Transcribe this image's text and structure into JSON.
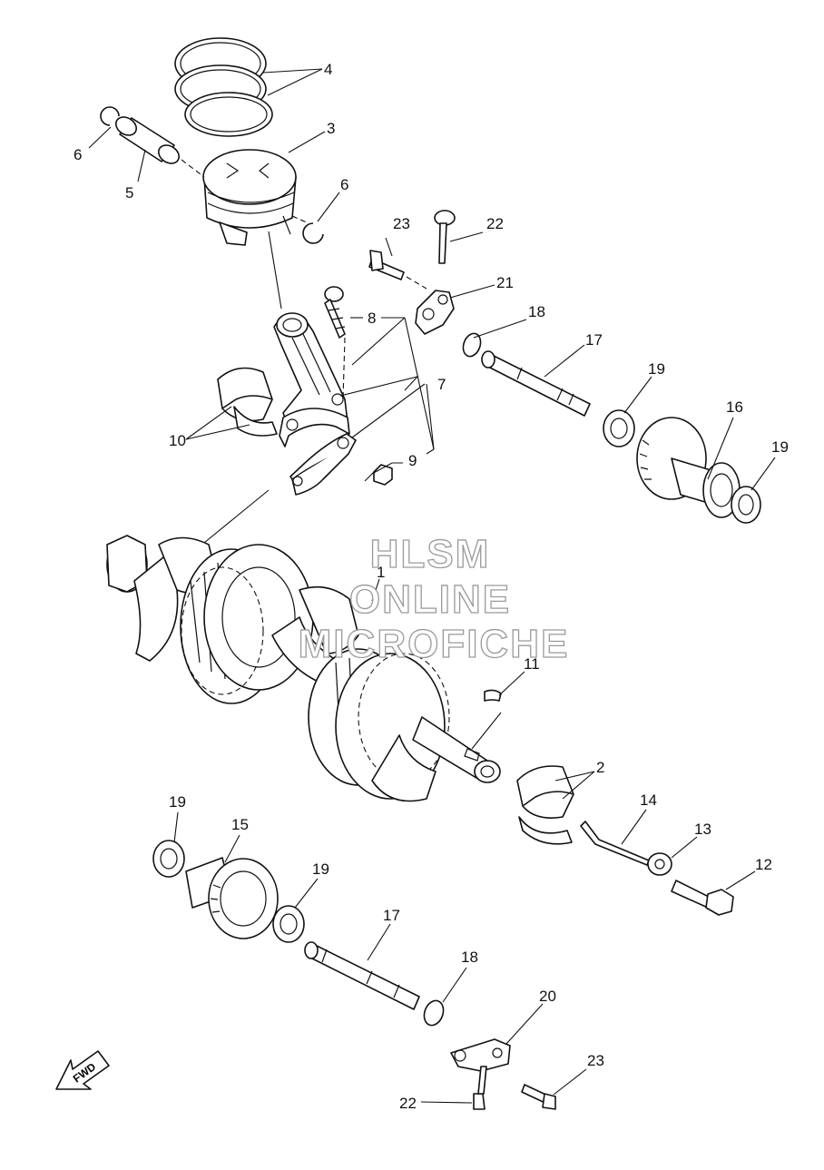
{
  "watermark": {
    "line1": "HLSM",
    "line2": "ONLINE",
    "line3": "MICROFICHE"
  },
  "direction_label": "FWD",
  "callouts": {
    "n1": "1",
    "n2": "2",
    "n3": "3",
    "n4": "4",
    "n5": "5",
    "n6a": "6",
    "n6b": "6",
    "n7": "7",
    "n8": "8",
    "n9": "9",
    "n10": "10",
    "n11": "11",
    "n12": "12",
    "n13": "13",
    "n14": "14",
    "n15": "15",
    "n16": "16",
    "n17a": "17",
    "n17b": "17",
    "n18a": "18",
    "n18b": "18",
    "n19a": "19",
    "n19b": "19",
    "n19c": "19",
    "n19d": "19",
    "n20": "20",
    "n21": "21",
    "n22a": "22",
    "n22b": "22",
    "n23a": "23",
    "n23b": "23"
  }
}
